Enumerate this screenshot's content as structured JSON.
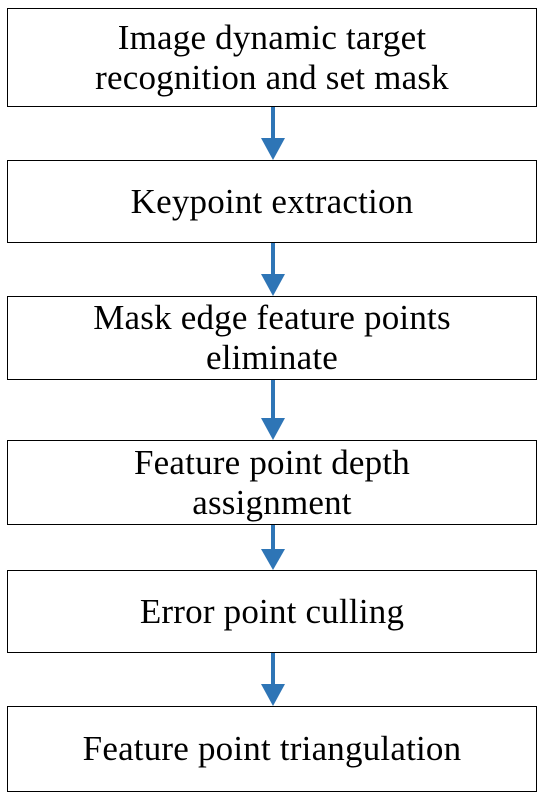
{
  "flowchart": {
    "steps": [
      {
        "label": "Image dynamic target\nrecognition and set mask"
      },
      {
        "label": "Keypoint extraction"
      },
      {
        "label": "Mask edge feature points\neliminate"
      },
      {
        "label": "Feature point depth\nassignment"
      },
      {
        "label": "Error point culling"
      },
      {
        "label": "Feature point triangulation"
      }
    ]
  },
  "colors": {
    "box_border": "#000000",
    "arrow": "#2E75B6",
    "background": "#ffffff"
  }
}
